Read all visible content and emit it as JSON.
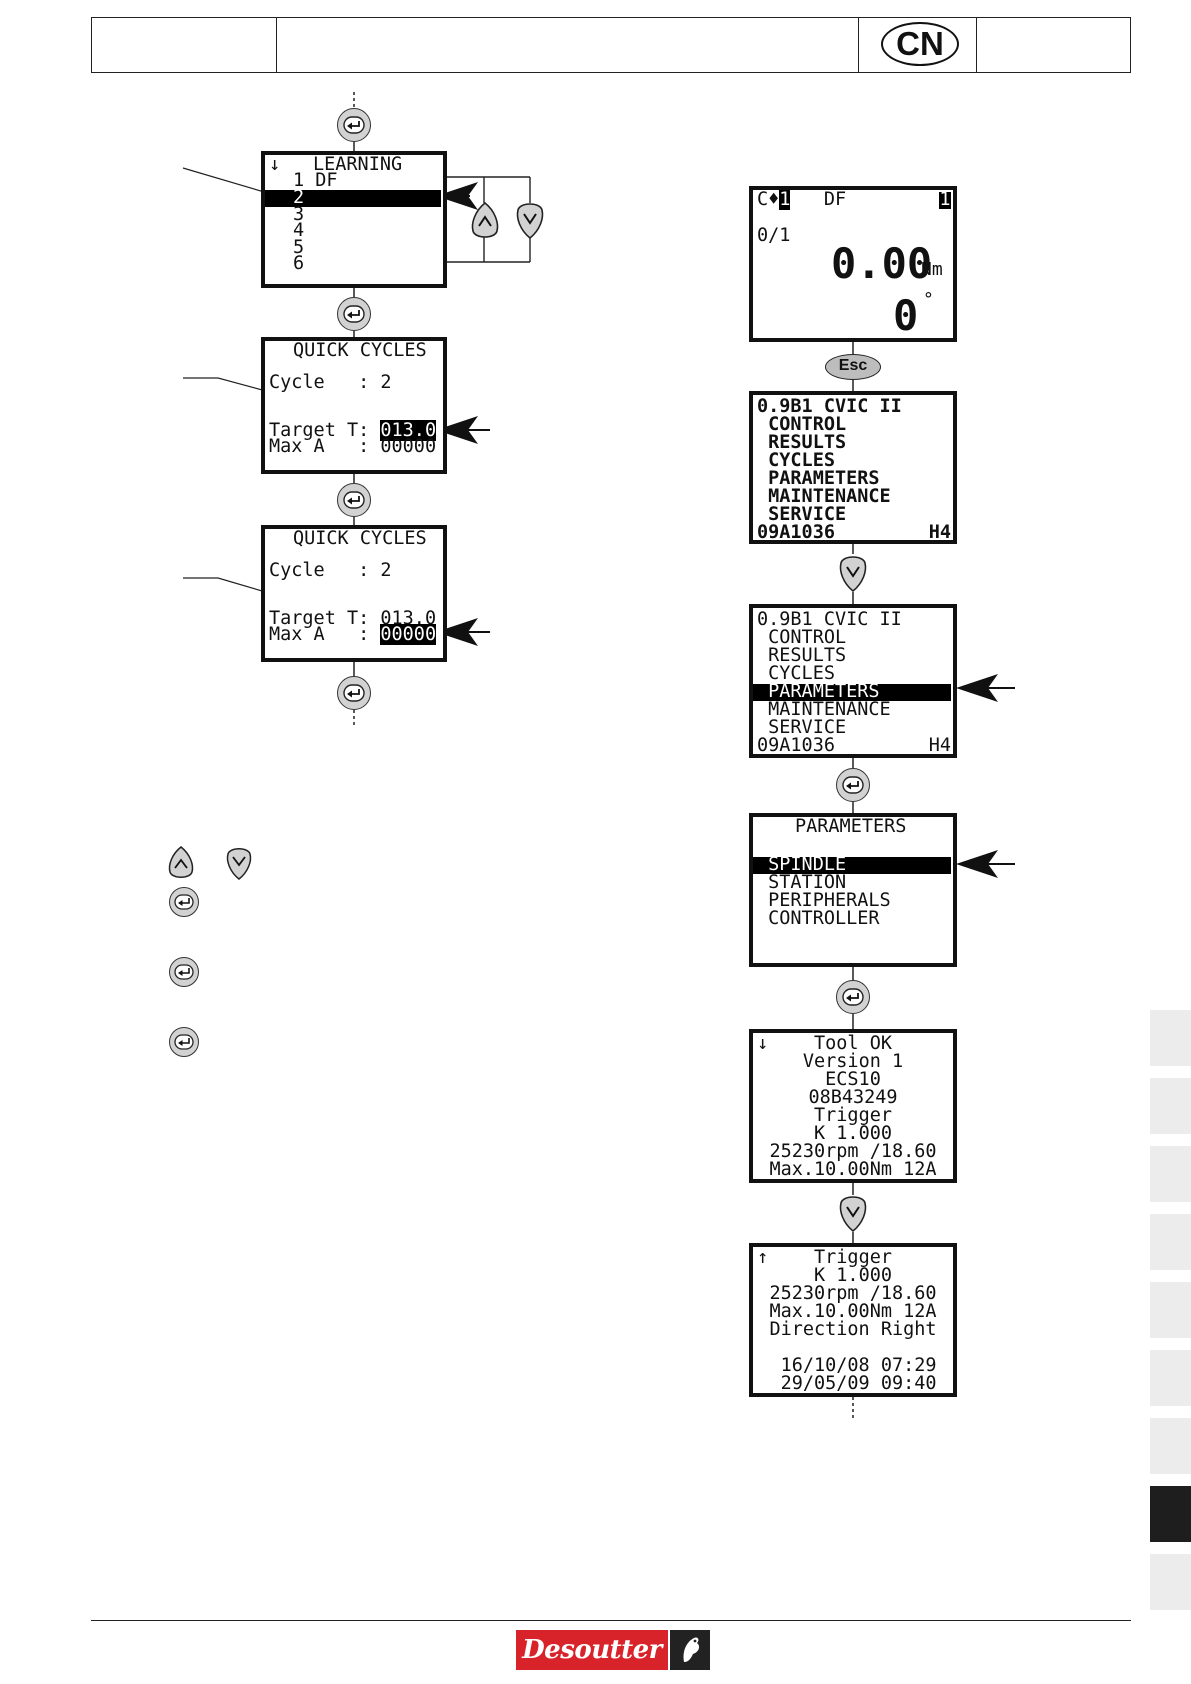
{
  "header": {
    "language_badge": "CN"
  },
  "left_flow": {
    "learning_screen": {
      "title": "LEARNING",
      "scroll_arrow": "↓",
      "lines": [
        "1 DF",
        "2",
        "3",
        "4",
        "5",
        "6"
      ]
    },
    "quick_cycles_1": {
      "title": "QUICK CYCLES",
      "cycle_label": "Cycle   : 2",
      "target_label": "Target T: ",
      "target_value": "013.0",
      "max_label": "Max A   : ",
      "max_value": "00000"
    },
    "quick_cycles_2": {
      "title": "QUICK CYCLES",
      "cycle_label": "Cycle   : 2",
      "target_label": "Target T: ",
      "target_value": "013.0",
      "max_label": "Max A   : ",
      "max_value": "00000"
    }
  },
  "right_flow": {
    "run_screen": {
      "cycle_tag": "C",
      "cycle_num": "1",
      "program": "DF",
      "corner": "1",
      "count": "0/1",
      "torque_value": "0.00",
      "torque_unit": "Nm",
      "angle_value": "0",
      "angle_unit": "°"
    },
    "esc_key_label": "Esc",
    "main_menu_1": {
      "lines": [
        "0.9B1 CVIC II",
        " CONTROL",
        " RESULTS",
        " CYCLES",
        " PARAMETERS",
        " MAINTENANCE",
        " SERVICE"
      ],
      "footer_left": "09A1036",
      "footer_right": "H4"
    },
    "main_menu_2": {
      "lines": [
        "0.9B1 CVIC II",
        " CONTROL",
        " RESULTS",
        " CYCLES",
        " PARAMETERS",
        " MAINTENANCE",
        " SERVICE"
      ],
      "footer_left": "09A1036",
      "footer_right": "H4",
      "selected_index": 4
    },
    "parameters_menu": {
      "title": "PARAMETERS",
      "items": [
        " SPINDLE",
        " STATION",
        " PERIPHERALS",
        " CONTROLLER"
      ],
      "selected_index": 0
    },
    "tool_info_1": {
      "scroll_arrow": "↓",
      "lines": [
        "Tool OK",
        "Version 1",
        "ECS10",
        "08B43249",
        "Trigger",
        "K 1.000",
        "25230rpm /18.60",
        "Max.10.00Nm 12A"
      ]
    },
    "tool_info_2": {
      "scroll_arrow": "↑",
      "lines": [
        "Trigger",
        "K 1.000",
        "25230rpm /18.60",
        "Max.10.00Nm 12A",
        "Direction Right",
        "",
        " 16/10/08 07:29",
        " 29/05/09 09:40"
      ]
    }
  },
  "side_tabs": {
    "count": 9,
    "active_index": 7
  },
  "footer": {
    "brand": "Desoutter"
  },
  "colors": {
    "brand_red": "#d9232a",
    "tab_grey": "#ececec",
    "tab_active": "#1e1e1e",
    "key_grey": "#d2d2d2"
  },
  "icons": [
    "enter-key-icon",
    "up-key-icon",
    "down-key-icon",
    "esc-key-icon",
    "pointer-arrow-icon"
  ]
}
